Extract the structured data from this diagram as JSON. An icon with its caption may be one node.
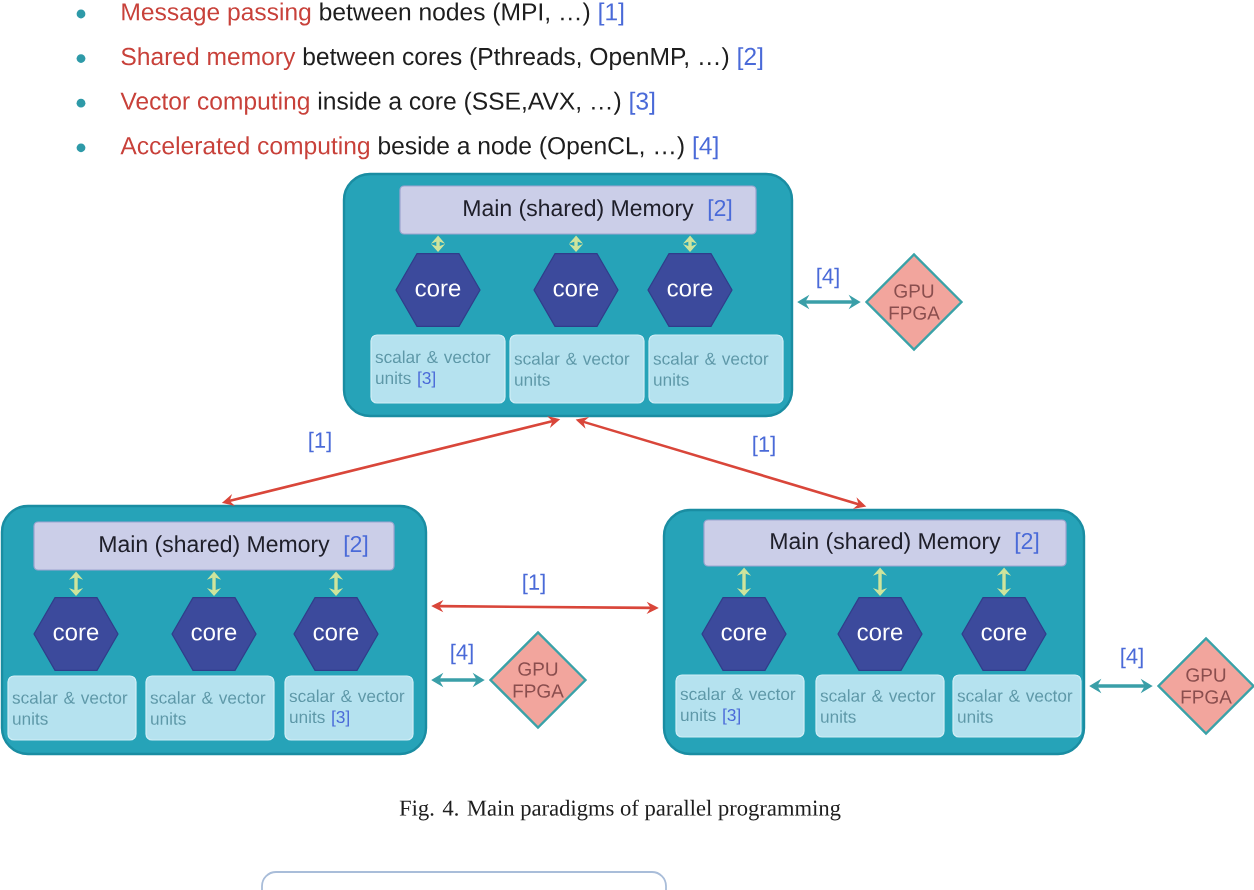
{
  "diagram": {
    "caption": "Fig. 4. Main paradigms of parallel programming",
    "nodes": [
      {
        "text": [],
        "shape": "box"
      },
      {
        "text": [
          "Main (shared) Memory",
          "[2]"
        ],
        "in": 0
      },
      {
        "text": [
          "core"
        ],
        "in": 0
      },
      {
        "text": [
          "core"
        ],
        "in": 0
      },
      {
        "text": [
          "core"
        ],
        "in": 0
      },
      {
        "text": [
          "scalar & vector units",
          "[3]"
        ],
        "in": 0
      },
      {
        "text": [
          "scalar & vector units"
        ],
        "in": 0
      },
      {
        "text": [
          "scalar & vector units"
        ],
        "in": 0
      },
      {
        "text": [
          "GPU FPGA"
        ]
      },
      {
        "text": [],
        "shape": "box"
      },
      {
        "text": [
          "Main (shared) Memory",
          "[2]"
        ],
        "in": 9
      },
      {
        "text": [
          "core"
        ],
        "in": 9
      },
      {
        "text": [
          "core"
        ],
        "in": 9
      },
      {
        "text": [
          "core"
        ],
        "in": 9
      },
      {
        "text": [
          "scalar & vector units"
        ],
        "in": 9
      },
      {
        "text": [
          "scalar & vector units"
        ],
        "in": 9
      },
      {
        "text": [
          "scalar & vector units",
          "[3]"
        ],
        "in": 9
      },
      {
        "text": [
          "GPU FPGA"
        ]
      },
      {
        "text": [],
        "shape": "box"
      },
      {
        "text": [
          "Main (shared) Memory",
          "[2]"
        ],
        "in": 18
      },
      {
        "text": [
          "core"
        ],
        "in": 18
      },
      {
        "text": [
          "core"
        ],
        "in": 18
      },
      {
        "text": [
          "core"
        ],
        "in": 18
      },
      {
        "text": [
          "scalar & vector units",
          "[3]"
        ],
        "in": 18
      },
      {
        "text": [
          "scalar & vector units"
        ],
        "in": 18
      },
      {
        "text": [
          "scalar & vector units"
        ],
        "in": 18
      },
      {
        "text": [
          "GPU FPGA"
        ]
      }
    ],
    "edges": [
      {
        "from": 1,
        "to": 2,
        "arrow": "both"
      },
      {
        "from": 1,
        "to": 3,
        "arrow": "both"
      },
      {
        "from": 1,
        "to": 4,
        "arrow": "both"
      },
      {
        "from": 0,
        "to": 8,
        "arrow": "both",
        "label": "[4]",
        "color": "#3a9fa8"
      },
      {
        "from": 0,
        "to": 9,
        "arrow": "both",
        "label": "[1]",
        "color": "#d9463a"
      },
      {
        "from": 0,
        "to": 18,
        "arrow": "both",
        "label": "[1]",
        "color": "#d9463a"
      },
      {
        "from": 10,
        "to": 11,
        "arrow": "both"
      },
      {
        "from": 10,
        "to": 12,
        "arrow": "both"
      },
      {
        "from": 10,
        "to": 13,
        "arrow": "both"
      },
      {
        "from": 9,
        "to": 18,
        "arrow": "both",
        "label": "[1]",
        "color": "#d9463a"
      },
      {
        "from": 9,
        "to": 17,
        "arrow": "both",
        "label": "[4]",
        "color": "#3a9fa8"
      },
      {
        "from": 19,
        "to": 20,
        "arrow": "both"
      },
      {
        "from": 19,
        "to": 21,
        "arrow": "both"
      },
      {
        "from": 19,
        "to": 22,
        "arrow": "both"
      },
      {
        "from": 18,
        "to": 26,
        "arrow": "both",
        "label": "[4]",
        "color": "#3a9fa8"
      }
    ],
    "labels": [
      "Message passing",
      "between nodes (MPI, …)",
      "[1]",
      "Shared memory",
      "between cores (Pthreads, OpenMP, …)",
      "[2]",
      "Vector computing",
      "inside a core (SSE,AVX, …)",
      "[3]",
      "Accelerated computing",
      "beside a node (OpenCL, …)",
      "[4]"
    ]
  }
}
